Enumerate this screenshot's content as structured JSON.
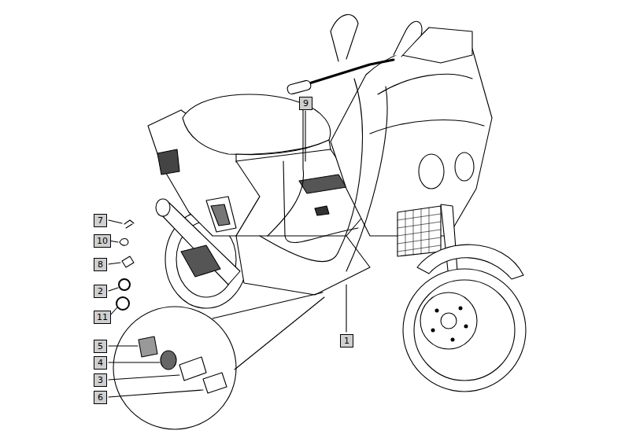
{
  "diagram": {
    "labels": [
      "9",
      "7",
      "10",
      "8",
      "2",
      "11",
      "5",
      "4",
      "3",
      "6",
      "1"
    ]
  }
}
